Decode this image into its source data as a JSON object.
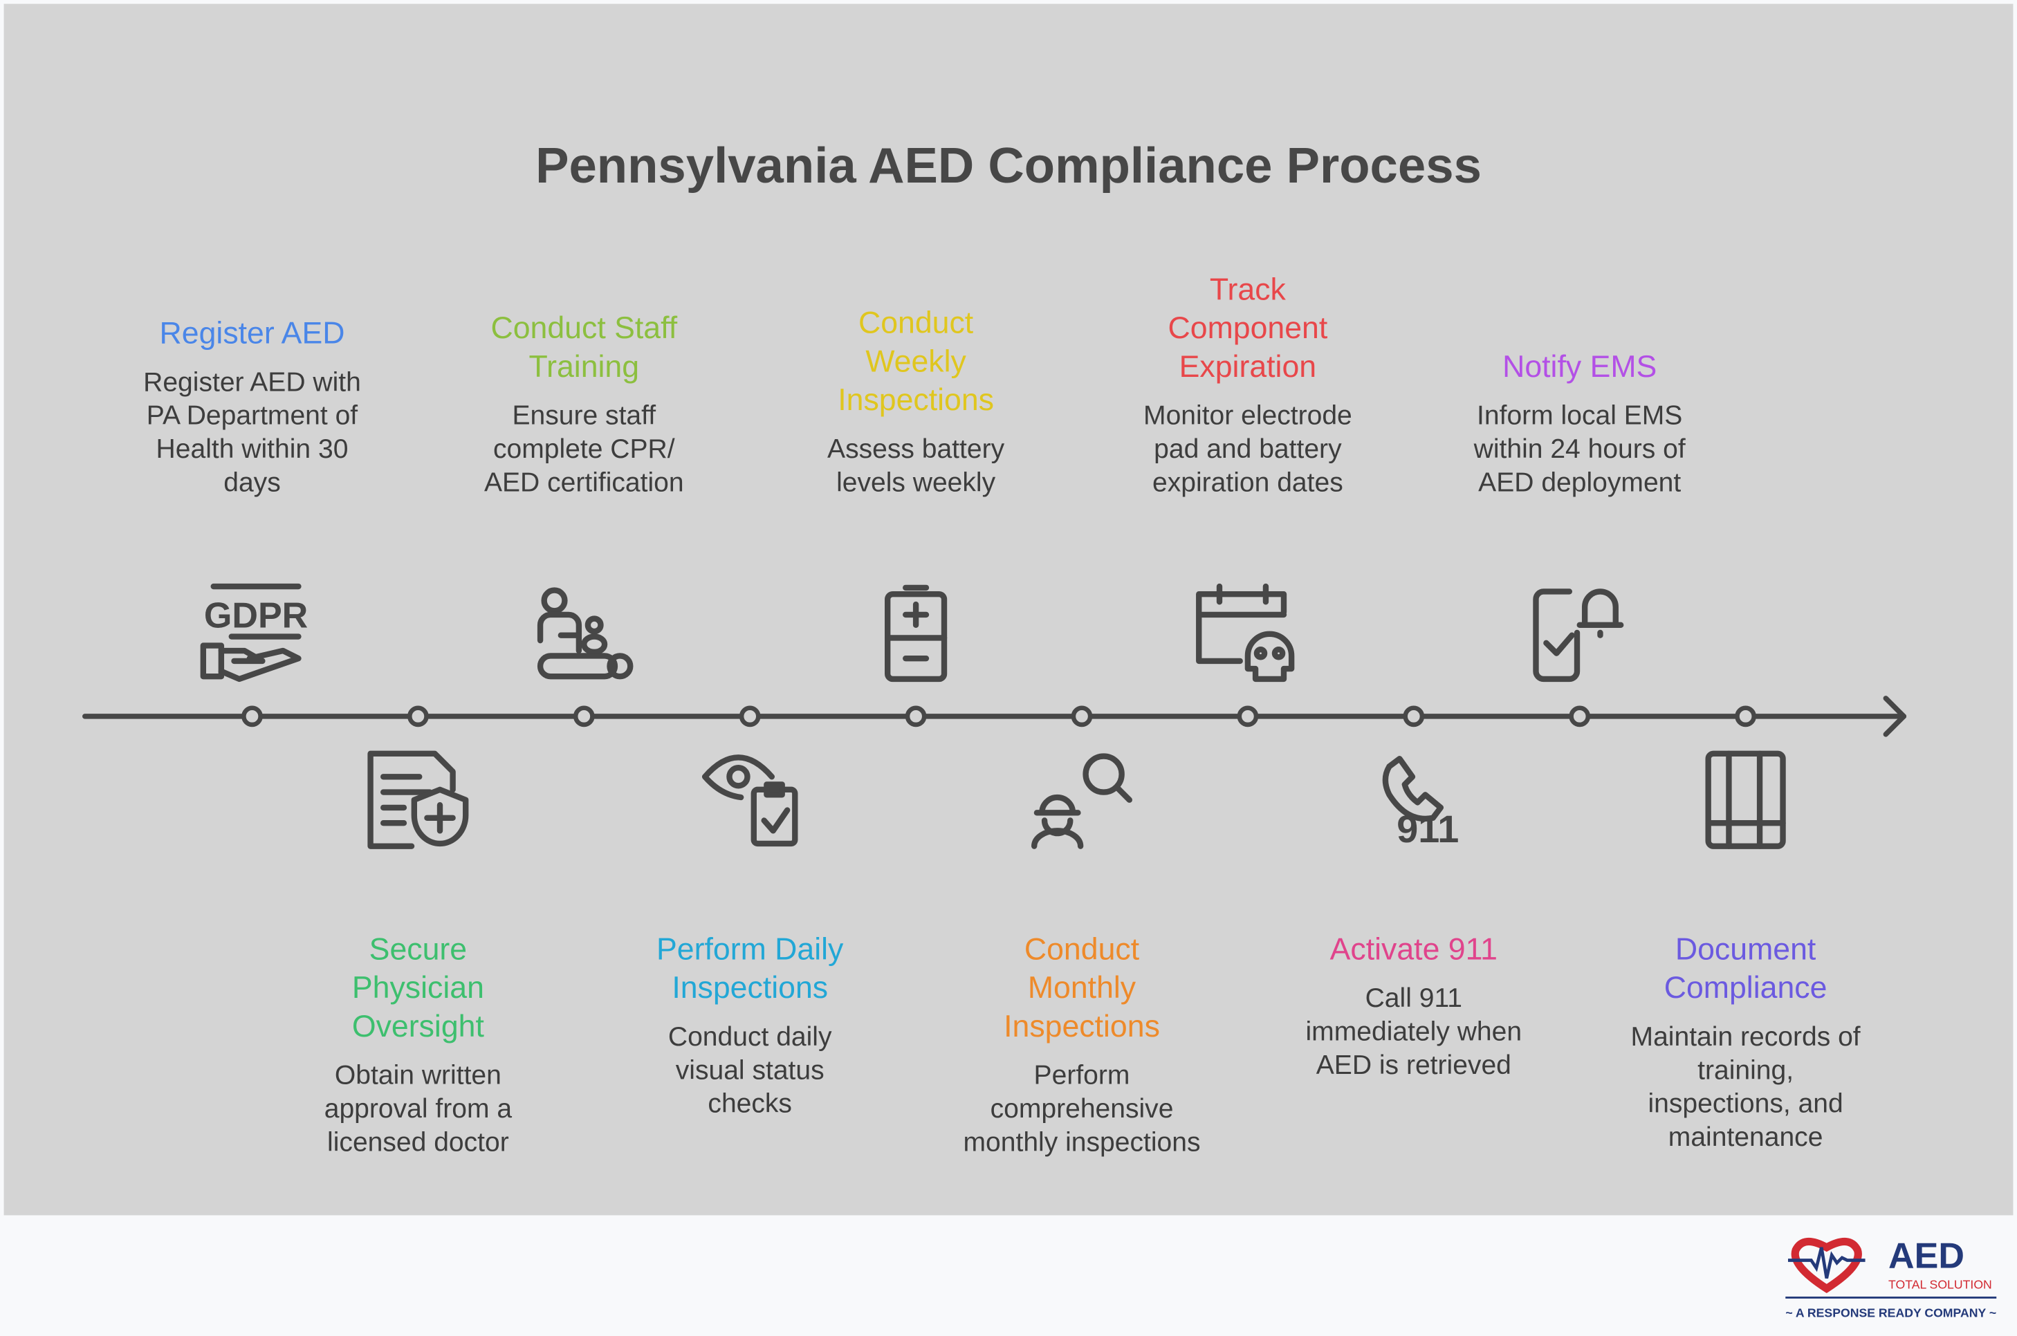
{
  "title": "Pennsylvania AED Compliance Process",
  "steps": [
    {
      "title": "Register AED",
      "desc": "Register AED with PA Department of Health within 30 days",
      "color": "#4a86e8",
      "icon": "gdpr-hand-icon",
      "position": "top"
    },
    {
      "title": "Secure Physician Oversight",
      "desc": "Obtain written approval from a licensed doctor",
      "color": "#3dbf6e",
      "icon": "document-shield-icon",
      "position": "bottom"
    },
    {
      "title": "Conduct Staff Training",
      "desc": "Ensure staff complete CPR/ AED certification",
      "color": "#8cbf3f",
      "icon": "cpr-training-icon",
      "position": "top"
    },
    {
      "title": "Perform Daily Inspections",
      "desc": "Conduct daily visual status checks",
      "color": "#22a7d6",
      "icon": "eye-clipboard-icon",
      "position": "bottom"
    },
    {
      "title": "Conduct Weekly Inspections",
      "desc": "Assess battery levels weekly",
      "color": "#e0c61e",
      "icon": "battery-icon",
      "position": "top"
    },
    {
      "title": "Conduct Monthly Inspections",
      "desc": "Perform comprehensive monthly inspections",
      "color": "#ee8a2a",
      "icon": "inspector-search-icon",
      "position": "bottom"
    },
    {
      "title": "Track Component Expiration",
      "desc": "Monitor electrode pad and battery expiration dates",
      "color": "#e8474a",
      "icon": "calendar-skull-icon",
      "position": "top"
    },
    {
      "title": "Activate 911",
      "desc": "Call 911 immediately when AED is retrieved",
      "color": "#e0448c",
      "icon": "phone-911-icon",
      "position": "bottom"
    },
    {
      "title": "Notify EMS",
      "desc": "Inform local EMS within 24 hours of AED deployment",
      "color": "#b350e6",
      "icon": "phone-bell-icon",
      "position": "top"
    },
    {
      "title": "Document Compliance",
      "desc": "Maintain records of training, inspections, and maintenance",
      "color": "#6b5ae0",
      "icon": "binder-icon",
      "position": "bottom"
    }
  ],
  "logo": {
    "name": "AED",
    "tagline": "TOTAL SOLUTION",
    "slogan": "~ A RESPONSE READY COMPANY ~",
    "colors": {
      "red": "#d22a32",
      "navy": "#243a7a"
    }
  },
  "icon_text": {
    "gdpr": "GDPR",
    "n911": "911"
  }
}
